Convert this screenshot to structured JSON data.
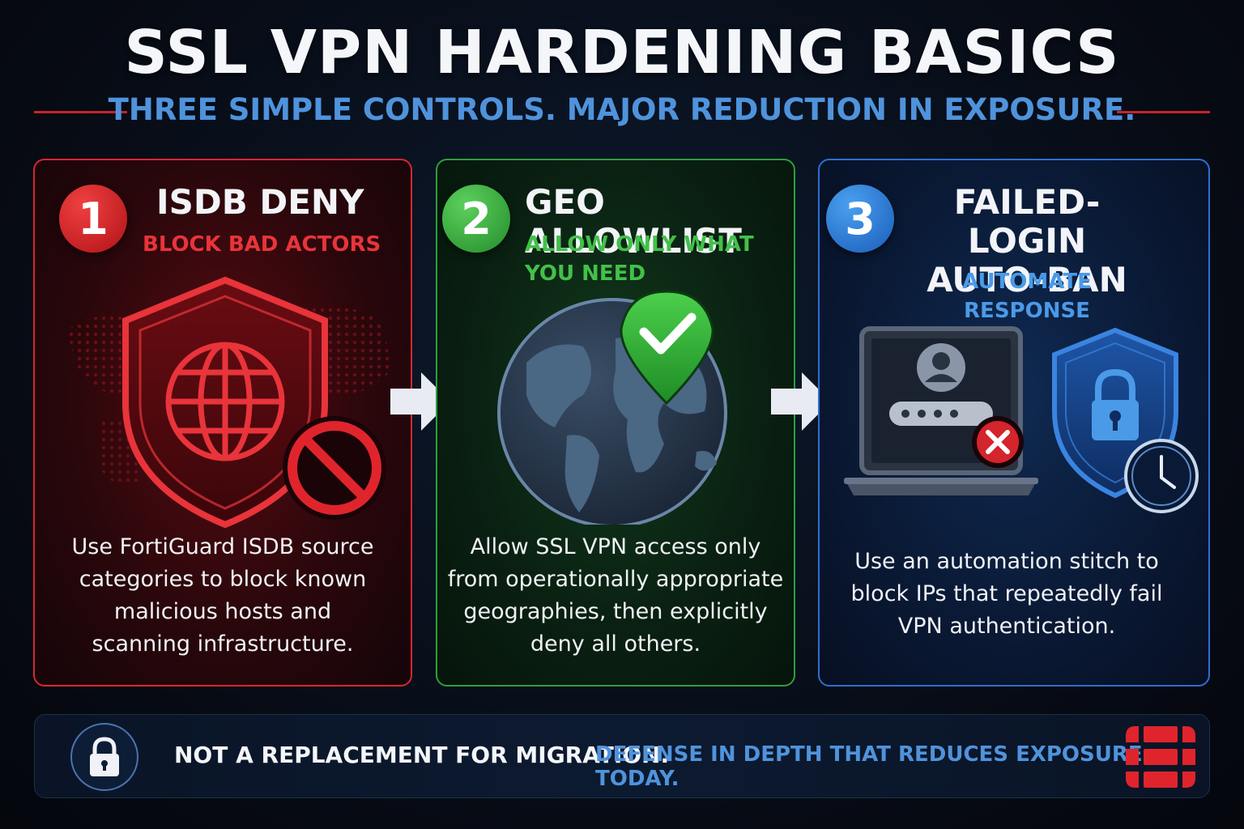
{
  "header": {
    "title": "SSL VPN HARDENING BASICS",
    "subtitle": "THREE SIMPLE CONTROLS. MAJOR REDUCTION IN EXPOSURE."
  },
  "colors": {
    "red": "#d9262e",
    "green": "#2f9e3a",
    "blue": "#2c6fd0",
    "subtitle_blue": "#4f93dc"
  },
  "cards": [
    {
      "number": "1",
      "title_line1": "ISDB DENY",
      "title_line2": "",
      "subtitle_line1": "BLOCK BAD ACTORS",
      "subtitle_line2": "",
      "icon": "shield-globe-block-icon",
      "description": [
        "Use FortiGuard ISDB source",
        "categories to block known",
        "malicious hosts and",
        "scanning infrastructure."
      ]
    },
    {
      "number": "2",
      "title_line1": "GEO ALLOWLIST",
      "title_line2": "",
      "subtitle_line1": "ALLOW ONLY WHAT",
      "subtitle_line2": "YOU NEED",
      "icon": "globe-check-pin-icon",
      "description": [
        "Allow SSL VPN access only",
        "from operationally appropriate",
        "geographies, then explicitly",
        "deny all others."
      ]
    },
    {
      "number": "3",
      "title_line1": "FAILED-LOGIN",
      "title_line2": "AUTO-BAN",
      "subtitle_line1": "AUTOMATE RESPONSE",
      "subtitle_line2": "",
      "icon": "laptop-login-fail-shield-clock-icon",
      "description": [
        "Use an automation stitch to",
        "block IPs that repeatedly fail",
        "VPN authentication."
      ]
    }
  ],
  "footer": {
    "statement": "NOT A REPLACEMENT FOR MIGRATION.",
    "tagline": "DEFENSE IN DEPTH THAT REDUCES EXPOSURE TODAY.",
    "icon": "padlock-icon",
    "logo": "fortinet-logo"
  }
}
